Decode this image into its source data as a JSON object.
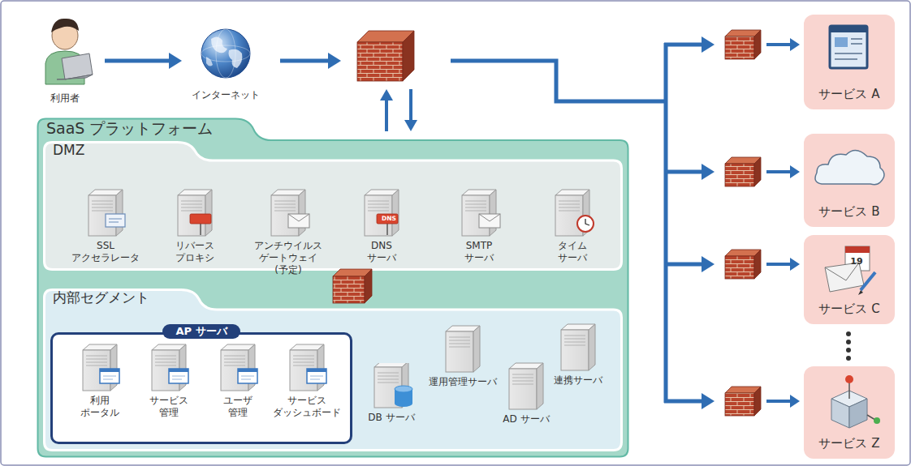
{
  "diagram": {
    "nodes": [
      {
        "text": [
          "利用者"
        ]
      },
      {
        "text": [
          "インターネット"
        ]
      },
      {
        "text": [
          "SaaS プラットフォーム"
        ]
      },
      {
        "text": [
          "DMZ"
        ],
        "in": 2
      },
      {
        "text": [
          "SSL アクセラレータ"
        ],
        "in": 3
      },
      {
        "text": [
          "リバース プロキシ"
        ],
        "in": 3
      },
      {
        "text": [
          "アンチウイルス ゲートウェイ(予定)"
        ],
        "in": 3
      },
      {
        "text": [
          "DNS サーバ"
        ],
        "in": 3
      },
      {
        "text": [
          "SMTP サーバ"
        ],
        "in": 3
      },
      {
        "text": [
          "タイム サーバ"
        ],
        "in": 3
      },
      {
        "text": [
          "内部セグメント"
        ],
        "in": 2
      },
      {
        "text": [
          "AP サーバ"
        ],
        "in": 10
      },
      {
        "text": [
          "利用 ポータル"
        ],
        "in": 11
      },
      {
        "text": [
          "サービス 管理"
        ],
        "in": 11
      },
      {
        "text": [
          "ユーザ 管理"
        ],
        "in": 11
      },
      {
        "text": [
          "サービス ダッシュボード"
        ],
        "in": 11
      },
      {
        "text": [
          "DB サーバ"
        ],
        "in": 10
      },
      {
        "text": [
          "運用管理サーバ"
        ],
        "in": 10
      },
      {
        "text": [
          "AD サーバ"
        ],
        "in": 10
      },
      {
        "text": [
          "連携サーバ"
        ],
        "in": 10
      },
      {
        "text": [
          "サービス A"
        ]
      },
      {
        "text": [
          "サービス B"
        ]
      },
      {
        "text": [
          "サービス C"
        ]
      },
      {
        "text": [
          "サービス Z"
        ]
      }
    ],
    "edges": [
      {
        "from": 0,
        "to": 1,
        "arrow": "to"
      }
    ],
    "labels": [
      "DNS",
      "19"
    ]
  }
}
